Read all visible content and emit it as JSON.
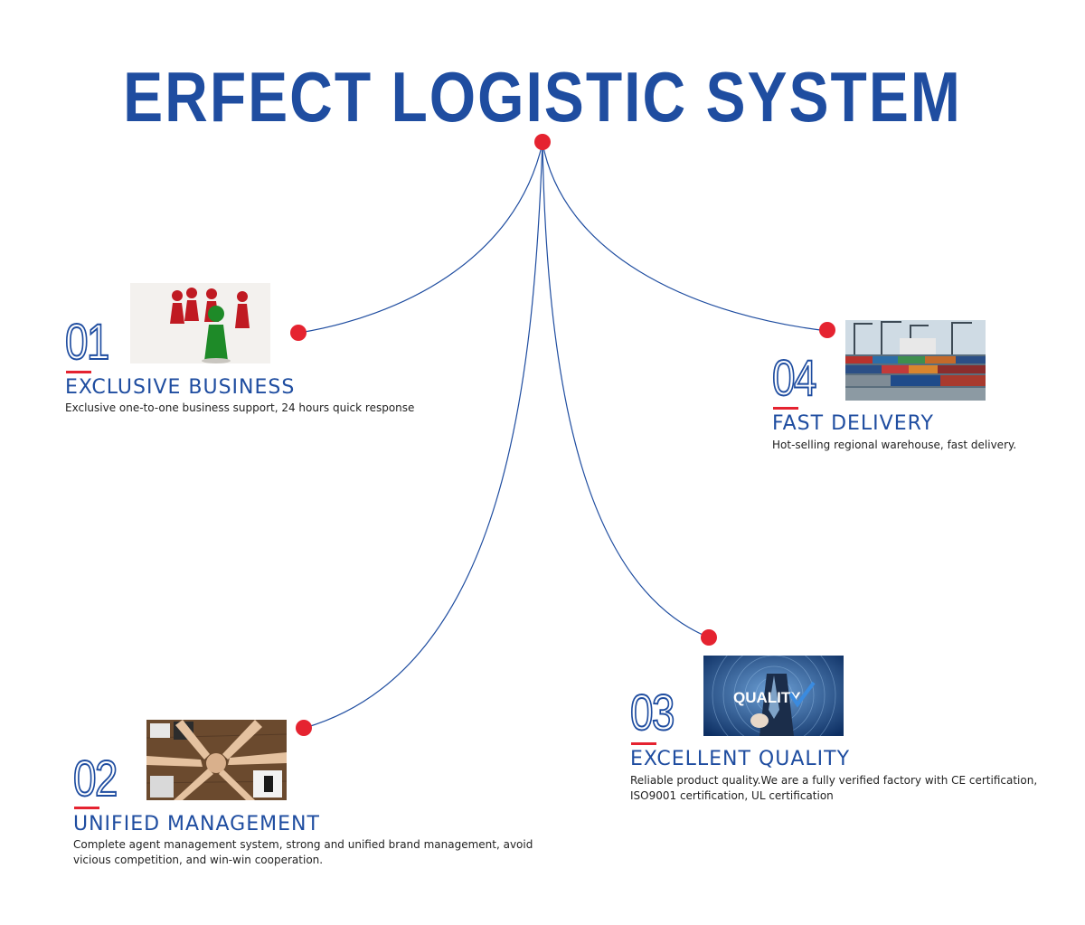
{
  "title": "ERFECT LOGISTIC SYSTEM",
  "colors": {
    "accent_blue": "#1f4da0",
    "dot_red": "#e52330"
  },
  "items": [
    {
      "number": "01",
      "heading": "EXCLUSIVE BUSINESS",
      "description": "Exclusive one-to-one business support, 24 hours quick response",
      "image": "red-pawns-green-pawn-photo"
    },
    {
      "number": "02",
      "heading": "UNIFIED MANAGEMENT",
      "description": "Complete agent management system, strong and unified brand management, avoid vicious competition, and win-win cooperation.",
      "image": "team-fist-bump-photo"
    },
    {
      "number": "03",
      "heading": "EXCELLENT QUALITY",
      "description": "Reliable product quality.We are a fully verified factory with CE certification, ISO9001 certification, UL certification",
      "image": "quality-check-photo",
      "image_text": "QUALITY"
    },
    {
      "number": "04",
      "heading": "FAST DELIVERY",
      "description": "Hot-selling regional warehouse, fast delivery.",
      "image": "container-port-photo"
    }
  ]
}
